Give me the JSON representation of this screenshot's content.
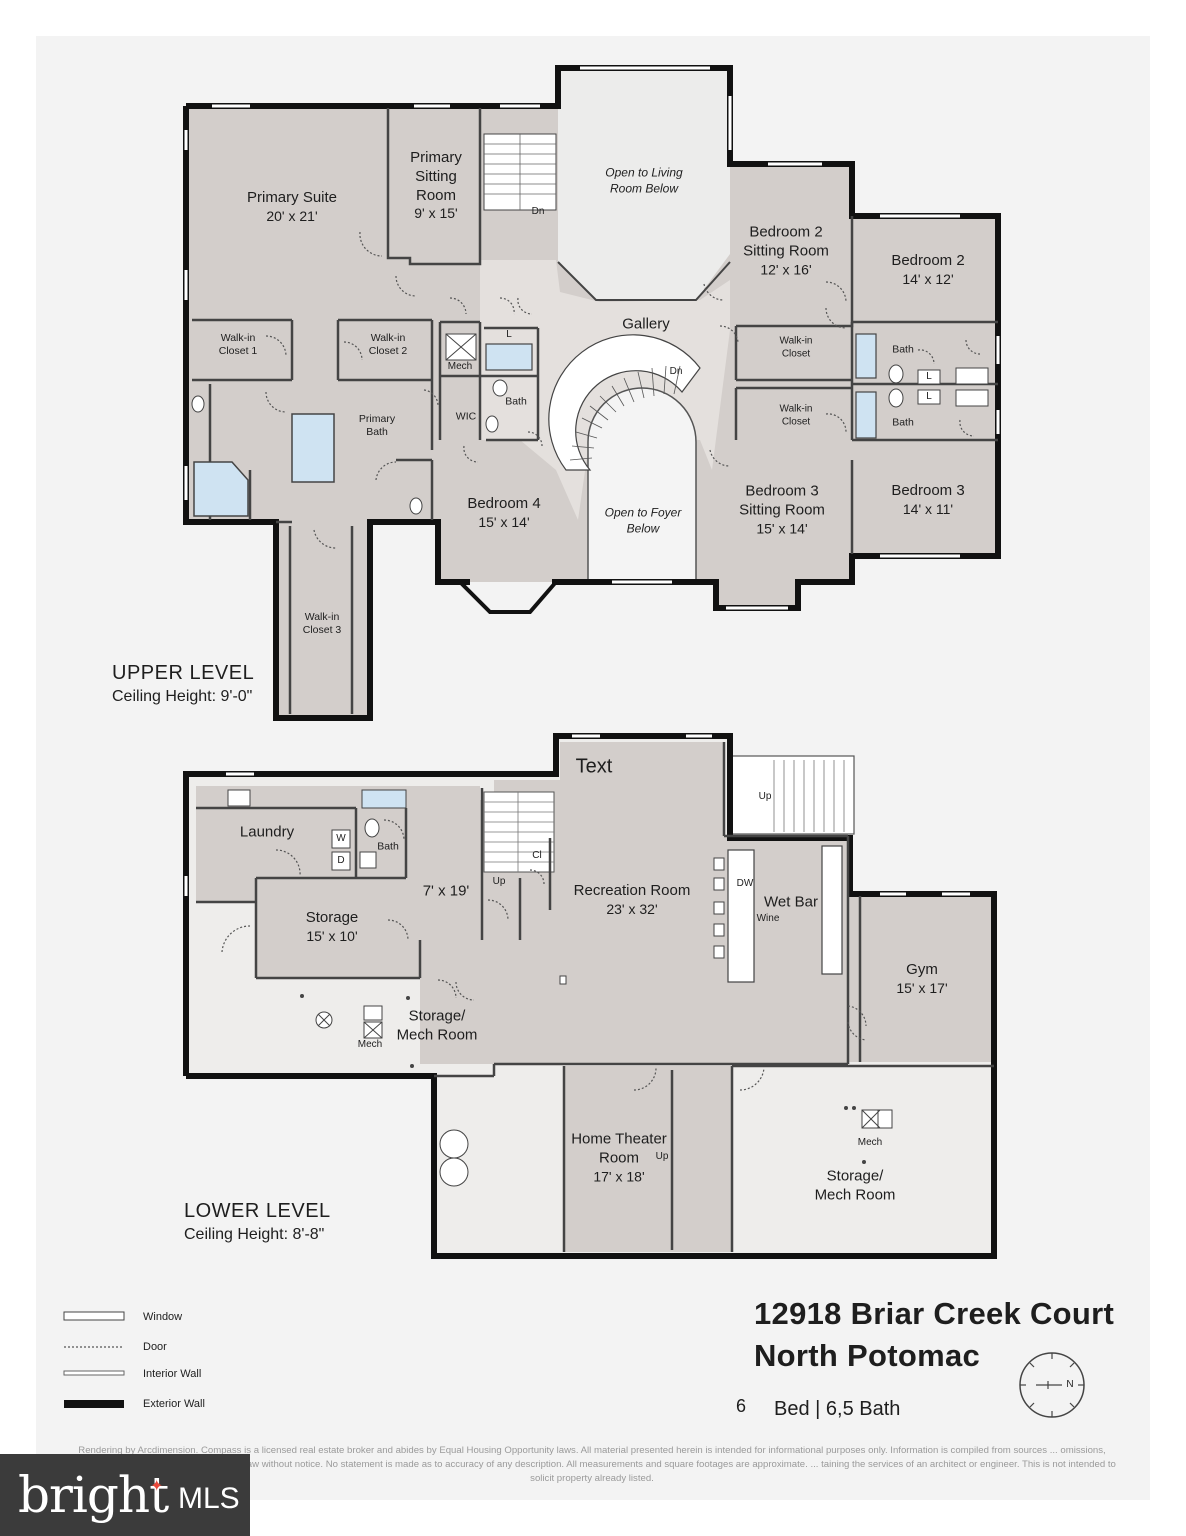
{
  "upper_level": {
    "title": "UPPER LEVEL",
    "ceiling": "Ceiling Height: 9'-0\"",
    "rooms": [
      {
        "name": "Primary Suite",
        "dim": "20' x 21'"
      },
      {
        "name": "Primary Sitting Room",
        "dim": "9' x 15'"
      },
      {
        "name": "Open to Living Room Below"
      },
      {
        "name": "Bedroom 2 Sitting Room",
        "dim": "12' x 16'"
      },
      {
        "name": "Bedroom 2",
        "dim": "14' x 12'"
      },
      {
        "name": "Gallery"
      },
      {
        "name": "Walk-in Closet 1"
      },
      {
        "name": "Walk-in Closet 2"
      },
      {
        "name": "Walk-in Closet 3"
      },
      {
        "name": "Primary Bath"
      },
      {
        "name": "Mech"
      },
      {
        "name": "WIC"
      },
      {
        "name": "Bath"
      },
      {
        "name": "Bedroom 4",
        "dim": "15' x 14'"
      },
      {
        "name": "Open to Foyer Below"
      },
      {
        "name": "Walk-in Closet"
      },
      {
        "name": "Walk-in Closet"
      },
      {
        "name": "Bath"
      },
      {
        "name": "Bath"
      },
      {
        "name": "Bedroom 3 Sitting Room",
        "dim": "15' x 14'"
      },
      {
        "name": "Bedroom 3",
        "dim": "14' x 11'"
      }
    ],
    "marks": {
      "dn1": "Dn",
      "dn2": "Dn",
      "l1": "L",
      "l2": "L",
      "l3": "L"
    }
  },
  "lower_level": {
    "title": "LOWER LEVEL",
    "ceiling": "Ceiling Height: 8'-8\"",
    "rooms": [
      {
        "name": "Laundry"
      },
      {
        "name": "Bath"
      },
      {
        "name": "Storage",
        "dim": "15' x 10'"
      },
      {
        "name": "7' x 19'"
      },
      {
        "name": "Recreation Room",
        "dim": "23' x 32'"
      },
      {
        "name": "Wet Bar"
      },
      {
        "name": "Gym",
        "dim": "15' x 17'"
      },
      {
        "name": "Storage/ Mech Room"
      },
      {
        "name": "Home Theater Room",
        "dim": "17' x 18'"
      },
      {
        "name": "Storage/ Mech Room"
      }
    ],
    "marks": {
      "text": "Text",
      "up1": "Up",
      "up2": "Up",
      "up3": "Up",
      "cl": "Cl",
      "dw": "DW",
      "wine": "Wine",
      "w": "W",
      "d": "D",
      "mech1": "Mech",
      "mech2": "Mech"
    }
  },
  "legend": {
    "window": "Window",
    "door": "Door",
    "interior_wall": "Interior Wall",
    "exterior_wall": "Exterior Wall"
  },
  "property": {
    "address_line1": "12918 Briar Creek Court",
    "address_line2": "North Potomac",
    "beds_num": "6",
    "beds_bath": "Bed | 6,5 Bath",
    "compass_letter": "N"
  },
  "disclaimer": "Rendering by Arcdimension. Compass is a licensed real estate broker and abides by Equal Housing Opportunity laws. All material presented herein is intended for informational purposes only. Information is compiled from sources ... omissions, changes in price, condition, sale, or withdraw without notice. No statement is made as to accuracy of any description. All measurements and square footages are approximate. ... taining the services of an architect or engineer. This is not intended to solicit property already listed.",
  "logo": {
    "brand": "bright",
    "mls": "MLS"
  },
  "colors": {
    "room_fill": "#d4cfcb",
    "hall_fill": "#eeedec",
    "wall": "#111111",
    "background": "#f2f2f2",
    "water": "#cfe3f2"
  }
}
